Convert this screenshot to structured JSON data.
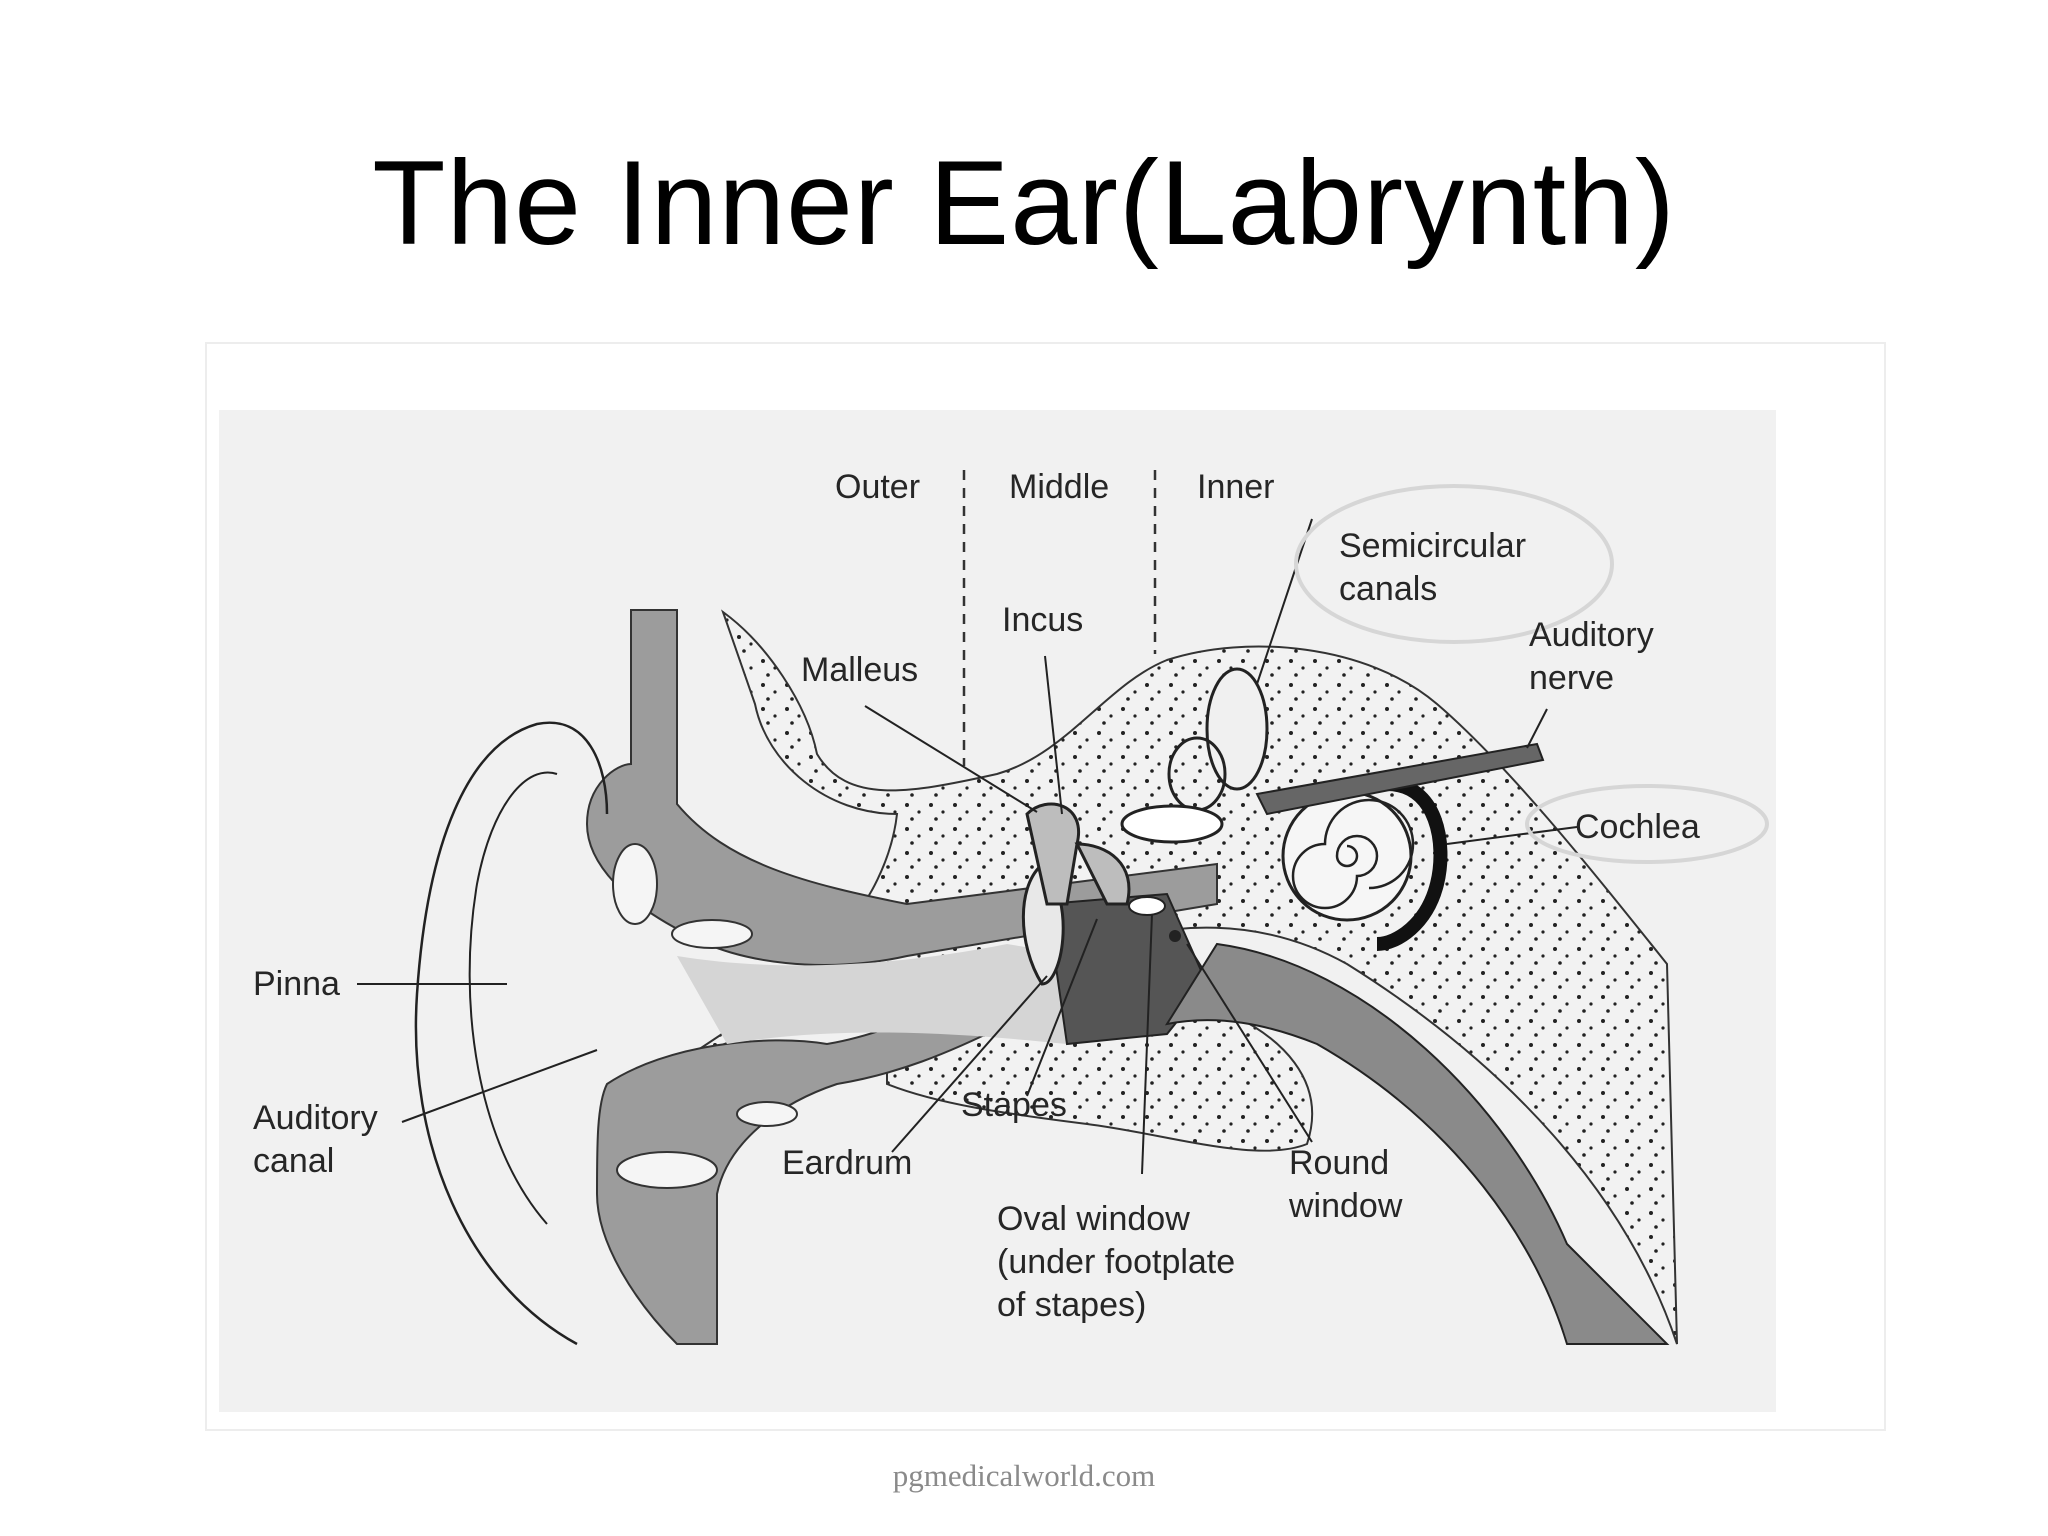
{
  "slide": {
    "title": "The Inner Ear(Labrynth)",
    "footer": "pgmedicalworld.com"
  },
  "diagram": {
    "regions": {
      "outer": "Outer",
      "middle": "Middle",
      "inner": "Inner"
    },
    "labels": {
      "semicircular_1": "Semicircular",
      "semicircular_2": "canals",
      "auditory_nerve_1": "Auditory",
      "auditory_nerve_2": "nerve",
      "cochlea": "Cochlea",
      "incus": "Incus",
      "malleus": "Malleus",
      "pinna": "Pinna",
      "auditory_canal_1": "Auditory",
      "auditory_canal_2": "canal",
      "stapes": "Stapes",
      "eardrum": "Eardrum",
      "oval_window_1": "Oval window",
      "oval_window_2": "(under footplate",
      "oval_window_3": "of stapes)",
      "round_window_1": "Round",
      "round_window_2": "window"
    }
  }
}
